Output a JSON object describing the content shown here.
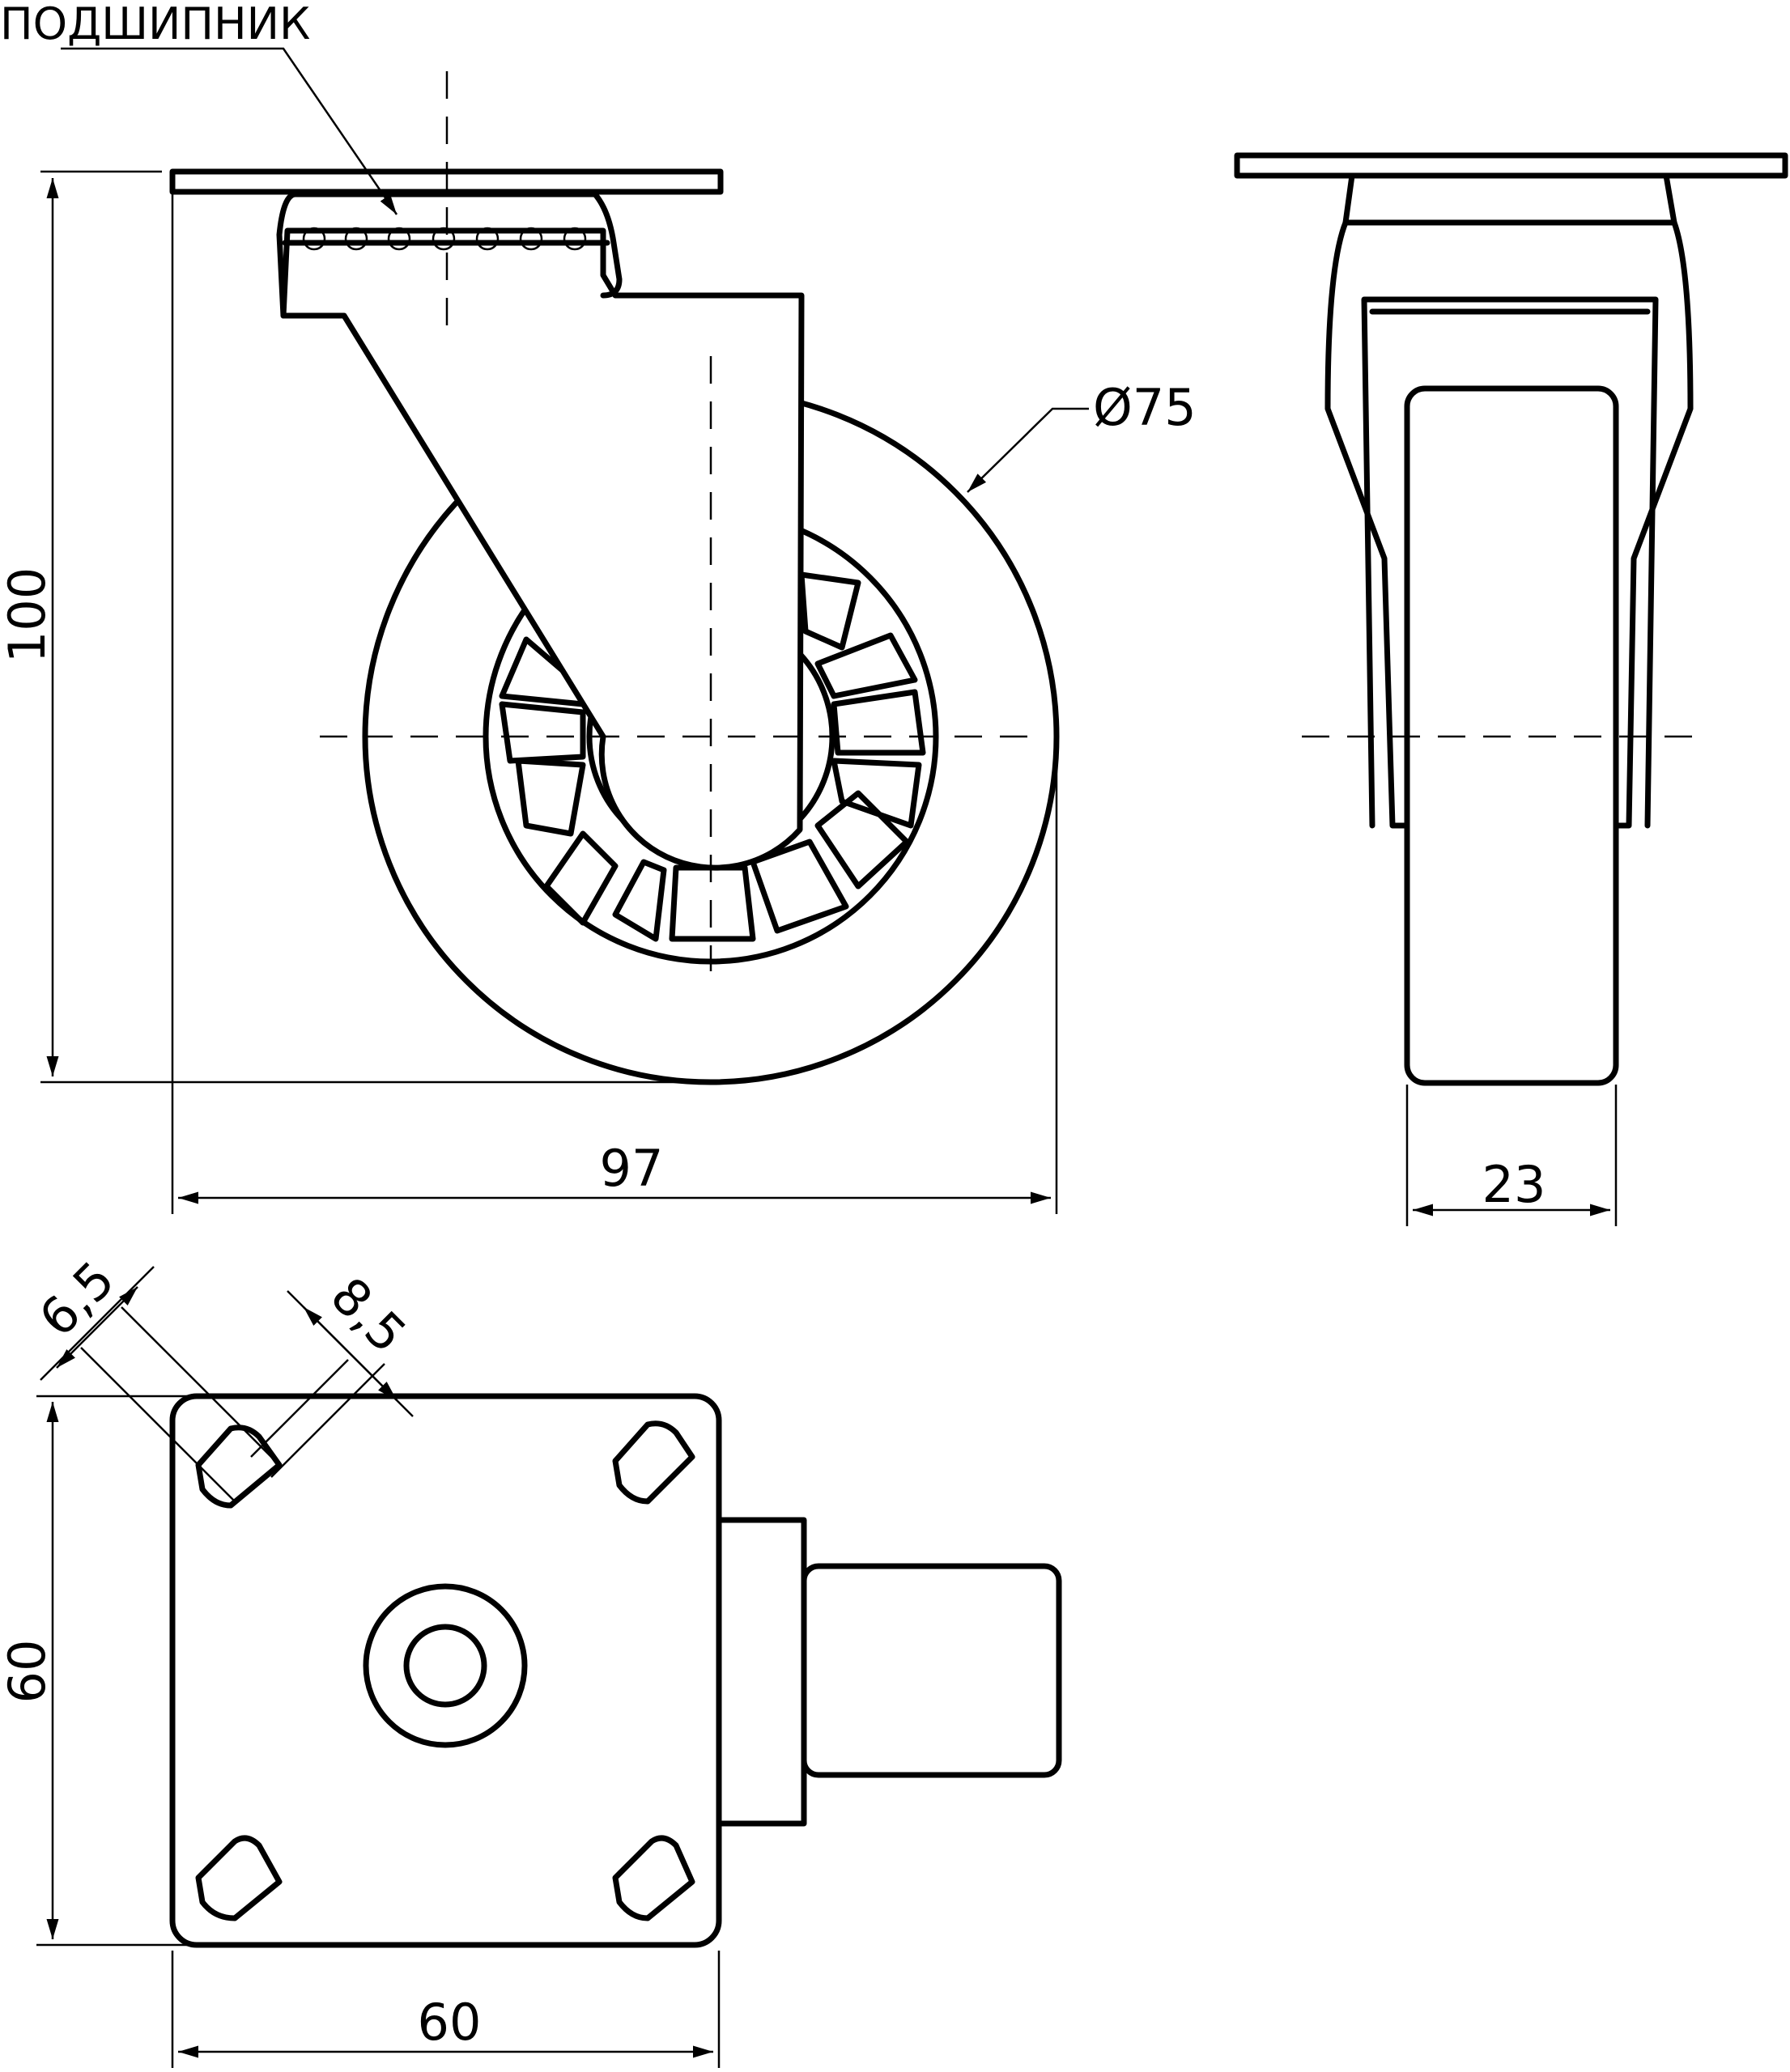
{
  "labels": {
    "bearing": "ПОДШИПНИК",
    "wheel_diameter": "Ø75",
    "total_height": "100",
    "total_length": "97",
    "wheel_width": "23",
    "hole_offset_a": "6,5",
    "hole_offset_b": "8,5",
    "plate_height": "60",
    "plate_width": "60"
  },
  "colors": {
    "line": "#000000",
    "background": "#ffffff"
  }
}
